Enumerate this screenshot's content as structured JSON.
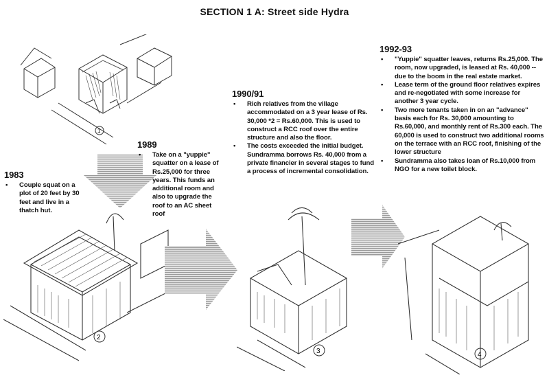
{
  "title": "SECTION 1    A: Street side Hydra",
  "stages": [
    {
      "year": "1983",
      "bullets": [
        "Couple squat on a plot of 20 feet by 30 feet and live in a thatch hut."
      ]
    },
    {
      "year": "1989",
      "bullets": [
        "Take on a \"yuppie\" squatter on a lease of Rs.25,000 for three years. This funds an additional room and also to upgrade the roof to an AC sheet roof"
      ]
    },
    {
      "year": "1990/91",
      "bullets": [
        "Rich relatives from the village accommodated on a 3 year lease of Rs. 30,000 *2 = Rs.60,000. This is used to construct a RCC roof over the entire structure and also the floor.",
        "The costs exceeded the initial budget. Sundramma borrows Rs. 40,000 from a private financier in several stages to fund a process of incremental consolidation."
      ]
    },
    {
      "year": "1992-93",
      "bullets": [
        "\"Yuppie\" squatter leaves, returns Rs.25,000. The room, now upgraded, is leased at Rs. 40,000 -- due to the boom in the real estate market.",
        "Lease term of the ground floor relatives expires and re-negotiated with some increase for another 3 year cycle.",
        "Two more tenants taken in on an \"advance\" basis each for Rs. 30,000 amounting to Rs.60,000, and monthly rent of Rs.300 each. The 60,000 is used to construct two additional rooms on the terrace with an RCC roof, finishing of the lower structure",
        "Sundramma also takes loan of Rs.10,000 from NGO for a new toilet block."
      ]
    }
  ],
  "sketch_labels": [
    "1",
    "2",
    "3",
    "4"
  ]
}
